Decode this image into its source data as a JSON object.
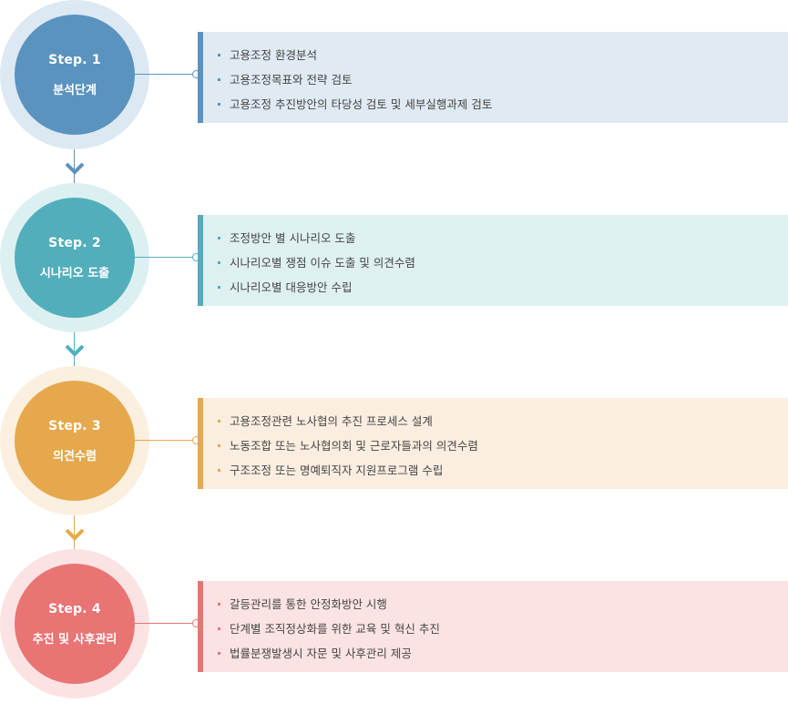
{
  "steps": [
    {
      "num": "Step. 1",
      "title": "분석단계",
      "items": [
        "고용조정 환경분석",
        "고용조정목표와 전략 검토",
        "고용조정 추진방안의 타당성 검토 및 세부실행과제 검토"
      ],
      "colors": {
        "main": "#5b93bf",
        "ring": "#dce9f3",
        "panel": "#dfeaf2",
        "bar": "#5b93bf"
      }
    },
    {
      "num": "Step. 2",
      "title": "시나리오 도출",
      "items": [
        "조정방안 별 시나리오 도출",
        "시나리오별 쟁점 이슈 도출 및 의견수렴",
        "시나리오별 대응방안 수립"
      ],
      "colors": {
        "main": "#52aebb",
        "ring": "#dcf0f2",
        "panel": "#dff0f1",
        "bar": "#52aebb"
      }
    },
    {
      "num": "Step. 3",
      "title": "의견수렴",
      "items": [
        "고용조정관련 노사협의 추진 프로세스 설계",
        "노동조합 또는 노사협의회 및 근로자들과의 의견수렴",
        "구조조정 또는 명예퇴직자 지원프로그램 수립"
      ],
      "colors": {
        "main": "#e6a84d",
        "ring": "#fbefdf",
        "panel": "#fbeee0",
        "bar": "#e6a84d"
      }
    },
    {
      "num": "Step. 4",
      "title": "추진 및 사후관리",
      "items": [
        "갈등관리를 통한 안정화방안 시행",
        "단계별 조직정상화를 위한 교육 및 혁신 추진",
        "법률분쟁발생시 자문 및 사후관리 제공"
      ],
      "colors": {
        "main": "#e87474",
        "ring": "#fce2e2",
        "panel": "#fce3e3",
        "bar": "#e87474"
      }
    }
  ]
}
